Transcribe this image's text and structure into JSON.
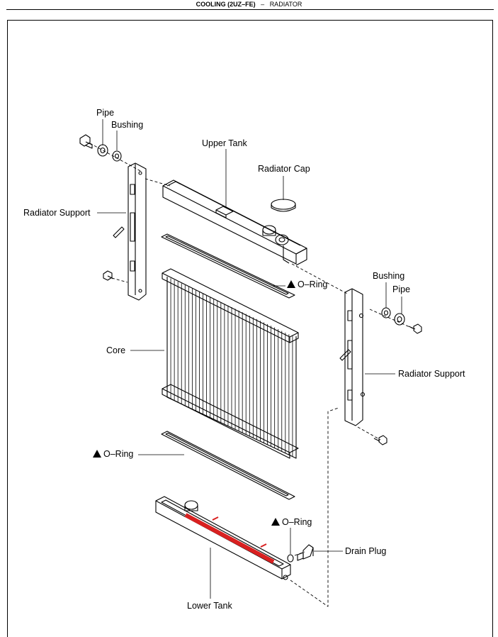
{
  "header": {
    "section": "COOLING (2UZ–FE)",
    "separator": "–",
    "topic": "RADIATOR"
  },
  "labels": {
    "pipe_left": "Pipe",
    "bushing_left": "Bushing",
    "upper_tank": "Upper Tank",
    "radiator_cap": "Radiator Cap",
    "radiator_support_left": "Radiator Support",
    "oring_upper": "O–Ring",
    "bushing_right": "Bushing",
    "pipe_right": "Pipe",
    "core": "Core",
    "radiator_support_right": "Radiator Support",
    "oring_middle": "O–Ring",
    "oring_lower": "O–Ring",
    "drain_plug": "Drain Plug",
    "lower_tank": "Lower Tank"
  },
  "colors": {
    "line": "#000000",
    "highlight": "#d92020"
  },
  "icons": {
    "non_reusable_mark": "filled-triangle"
  }
}
